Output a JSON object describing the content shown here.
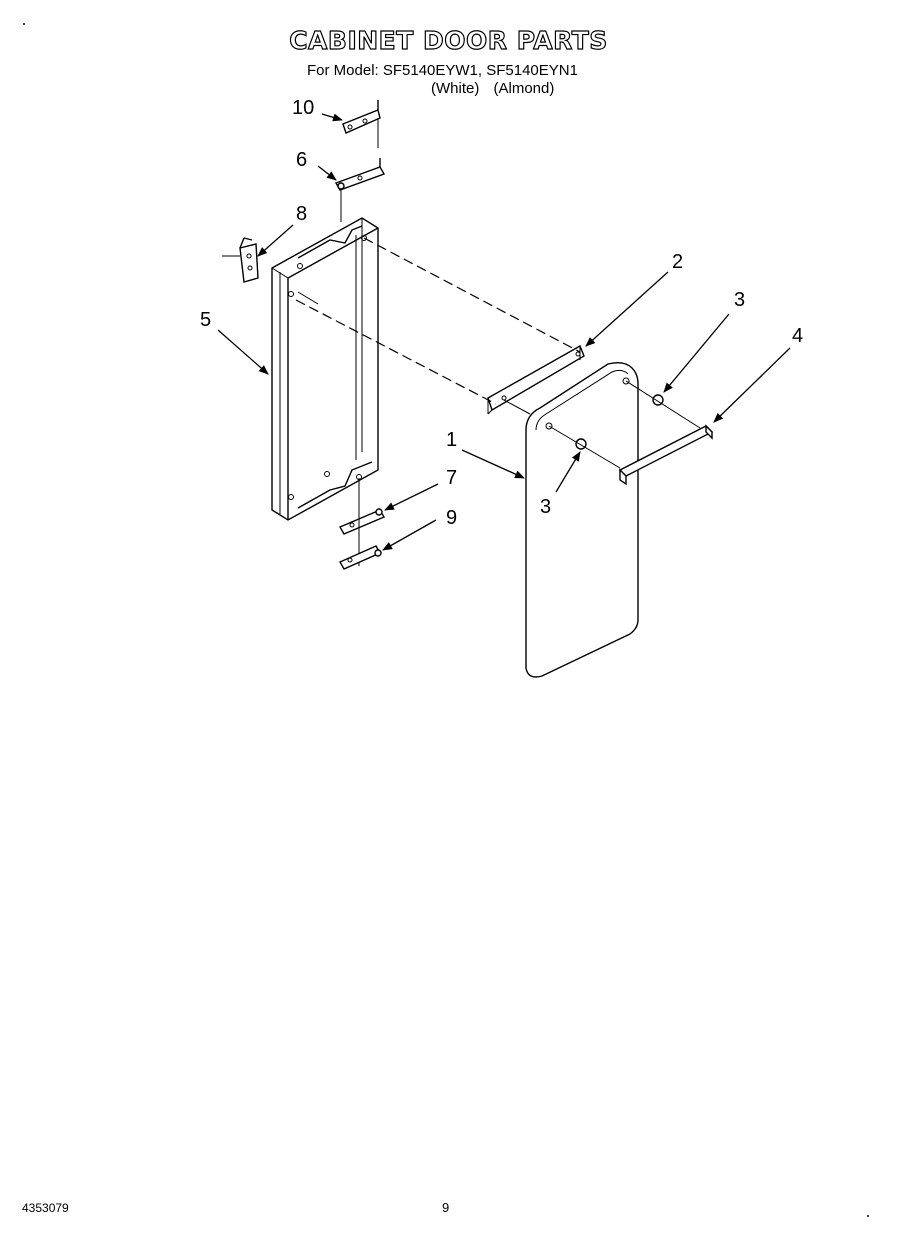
{
  "header": {
    "title": "CABINET DOOR PARTS",
    "models_line": "For Model: SF5140EYW1, SF5140EYN1",
    "color_white": "(White)",
    "color_almond": "(Almond)"
  },
  "callouts": {
    "c1": "1",
    "c2": "2",
    "c3a": "3",
    "c3b": "3",
    "c4": "4",
    "c5": "5",
    "c6": "6",
    "c7": "7",
    "c8": "8",
    "c9": "9",
    "c10": "10"
  },
  "footer": {
    "part_number": "4353079",
    "page_number": "9"
  }
}
